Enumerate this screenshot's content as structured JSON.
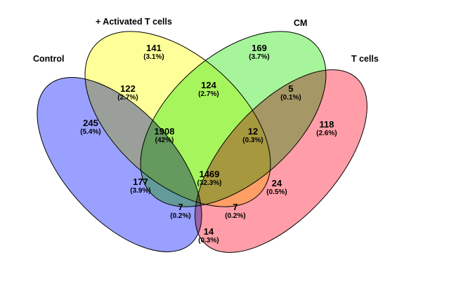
{
  "sets": [
    {
      "id": "control",
      "label": "Control",
      "color": "#9aa0ff"
    },
    {
      "id": "activated",
      "label": "+ Activated T cells",
      "color": "#ffff99"
    },
    {
      "id": "cm",
      "label": "CM",
      "color": "#a6f59a"
    },
    {
      "id": "tcells",
      "label": "T cells",
      "color": "#ff9ea8"
    }
  ],
  "regions": [
    {
      "id": "activated-only",
      "count": "141",
      "pct": "(3.1%)"
    },
    {
      "id": "cm-only",
      "count": "169",
      "pct": "(3.7%)"
    },
    {
      "id": "control-activated",
      "count": "122",
      "pct": "(2.7%)"
    },
    {
      "id": "activated-cm",
      "count": "124",
      "pct": "(2.7%)"
    },
    {
      "id": "cm-tcells",
      "count": "5",
      "pct": "(0.1%)"
    },
    {
      "id": "control-only",
      "count": "245",
      "pct": "(5.4%)"
    },
    {
      "id": "control-activated-cm",
      "count": "1908",
      "pct": "(42%)"
    },
    {
      "id": "activated-cm-tcells",
      "count": "12",
      "pct": "(0.3%)"
    },
    {
      "id": "tcells-only",
      "count": "118",
      "pct": "(2.6%)"
    },
    {
      "id": "control-cm",
      "count": "177",
      "pct": "(3.9%)"
    },
    {
      "id": "all-four",
      "count": "1469",
      "pct": "(32.3%)"
    },
    {
      "id": "activated-tcells",
      "count": "24",
      "pct": "(0.5%)"
    },
    {
      "id": "control-cm-tcells",
      "count": "7",
      "pct": "(0.2%)"
    },
    {
      "id": "control-activated-tcells",
      "count": "7",
      "pct": "(0.2%)"
    },
    {
      "id": "control-tcells",
      "count": "14",
      "pct": "(0.3%)"
    }
  ]
}
